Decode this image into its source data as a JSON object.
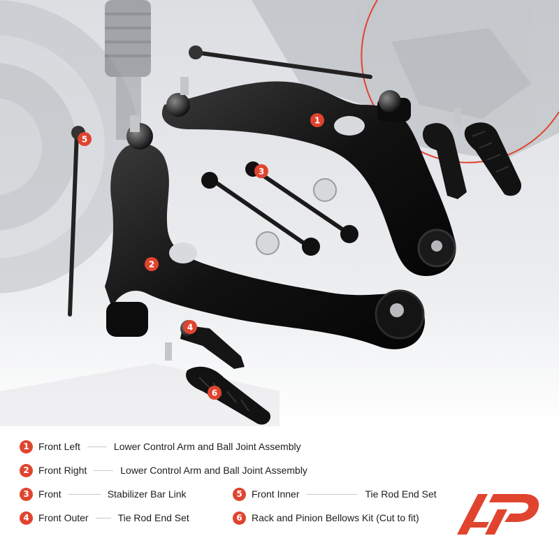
{
  "brand_color": "#e0442f",
  "legend": [
    {
      "n": "1",
      "position": "Front Left",
      "part": "Lower Control Arm and Ball Joint Assembly"
    },
    {
      "n": "2",
      "position": "Front Right",
      "part": "Lower Control Arm and Ball Joint Assembly"
    },
    {
      "n": "3",
      "position": "Front",
      "part": "Stabilizer Bar Link"
    },
    {
      "n": "4",
      "position": "Front Outer",
      "part": "Tie Rod End Set"
    },
    {
      "n": "5",
      "position": "Front Inner",
      "part": "Tie Rod End Set"
    },
    {
      "n": "6",
      "position": "",
      "part": "Rack and Pinion Bellows Kit (Cut to fit)"
    }
  ],
  "photo_markers": [
    "1",
    "2",
    "3",
    "4",
    "5",
    "6"
  ],
  "logo_icon": "brand-logo-icon"
}
